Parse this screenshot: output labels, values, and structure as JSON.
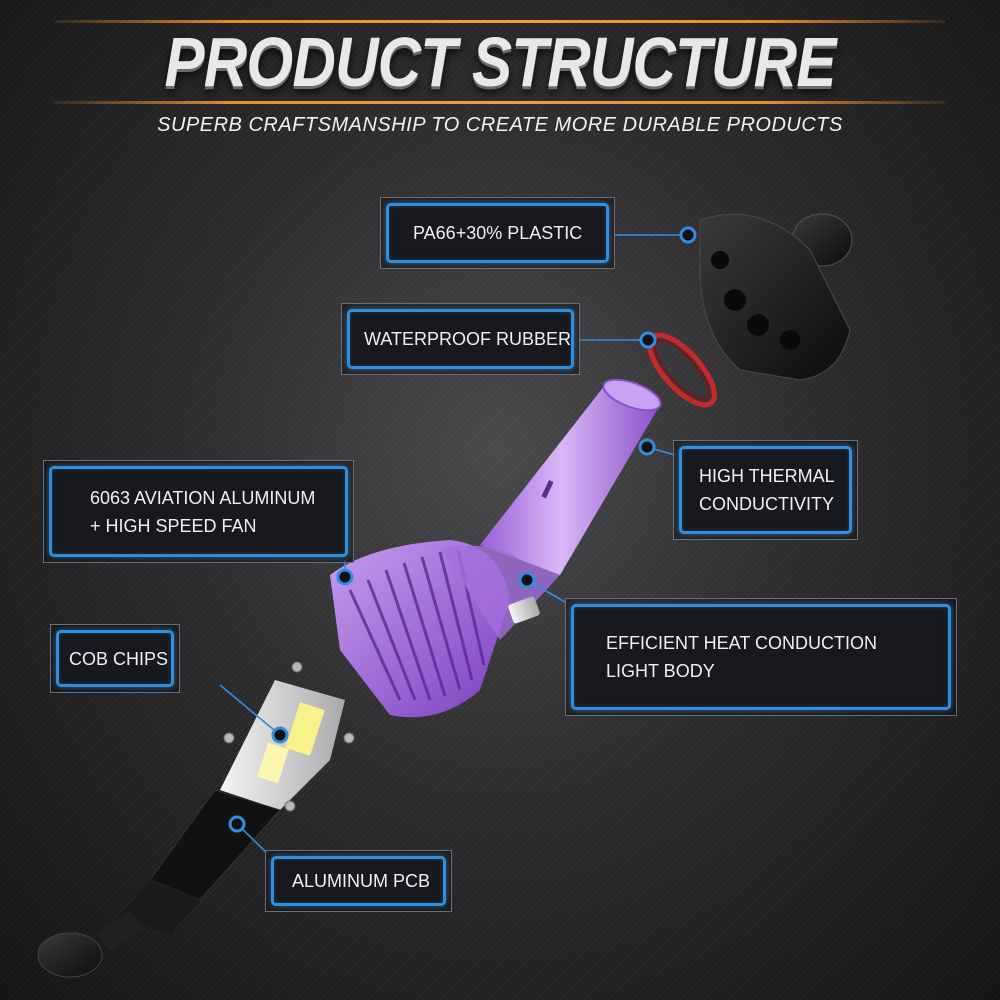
{
  "header": {
    "title": "PRODUCT STRUCTURE",
    "subtitle": "SUPERB CRAFTSMANSHIP TO CREATE MORE DURABLE PRODUCTS"
  },
  "labels": {
    "plastic": {
      "line1": "PA66+30% PLASTIC"
    },
    "rubber": {
      "line1": "WATERPROOF RUBBER"
    },
    "thermal": {
      "line1": "HIGH THERMAL",
      "line2": "CONDUCTIVITY"
    },
    "aluminum": {
      "line1": "6063 AVIATION ALUMINUM",
      "line2": "+ HIGH SPEED FAN"
    },
    "cob": {
      "line1": "COB CHIPS"
    },
    "efficient": {
      "line1": "EFFICIENT HEAT CONDUCTION",
      "line2": "LIGHT BODY"
    },
    "pcb": {
      "line1": "ALUMINUM PCB"
    }
  },
  "colors": {
    "accent": "#2e8fe0",
    "header_rule": "#e88c28",
    "heatsink": "#b27ee6",
    "ring": "#c8282a"
  }
}
